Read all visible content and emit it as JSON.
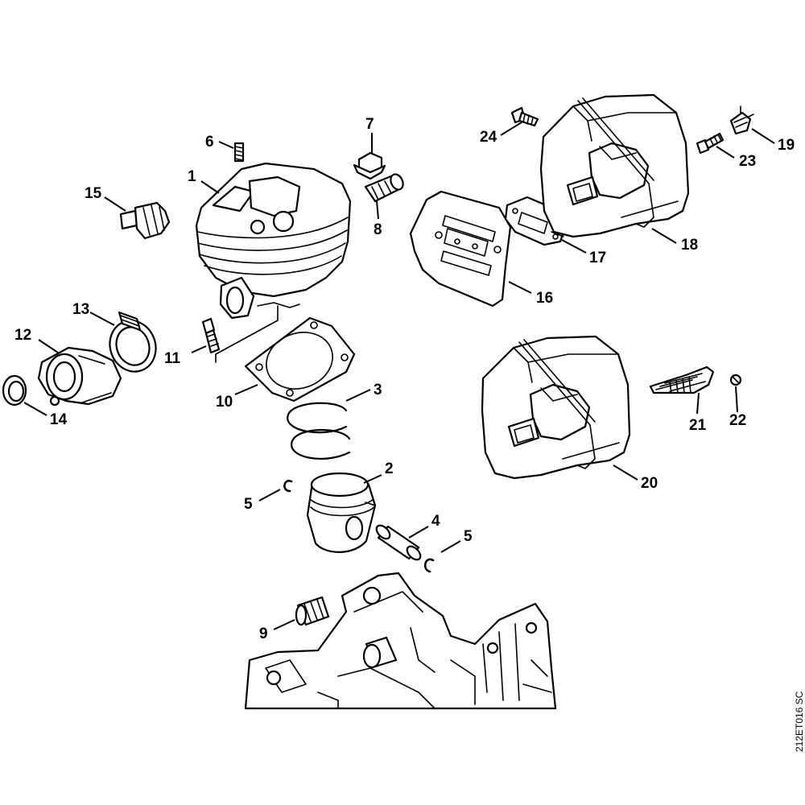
{
  "diagram": {
    "drawing_code": "212ET016 SC",
    "callouts": [
      {
        "id": "c1",
        "text": "1"
      },
      {
        "id": "c2",
        "text": "2"
      },
      {
        "id": "c3",
        "text": "3"
      },
      {
        "id": "c4",
        "text": "4"
      },
      {
        "id": "c5a",
        "text": "5"
      },
      {
        "id": "c5b",
        "text": "5"
      },
      {
        "id": "c6",
        "text": "6"
      },
      {
        "id": "c7",
        "text": "7"
      },
      {
        "id": "c8",
        "text": "8"
      },
      {
        "id": "c9",
        "text": "9"
      },
      {
        "id": "c10",
        "text": "10"
      },
      {
        "id": "c11",
        "text": "11"
      },
      {
        "id": "c12",
        "text": "12"
      },
      {
        "id": "c13",
        "text": "13"
      },
      {
        "id": "c14",
        "text": "14"
      },
      {
        "id": "c15",
        "text": "15"
      },
      {
        "id": "c16",
        "text": "16"
      },
      {
        "id": "c17",
        "text": "17"
      },
      {
        "id": "c18",
        "text": "18"
      },
      {
        "id": "c19",
        "text": "19"
      },
      {
        "id": "c20",
        "text": "20"
      },
      {
        "id": "c21",
        "text": "21"
      },
      {
        "id": "c22",
        "text": "22"
      },
      {
        "id": "c23",
        "text": "23"
      },
      {
        "id": "c24",
        "text": "24"
      }
    ]
  }
}
